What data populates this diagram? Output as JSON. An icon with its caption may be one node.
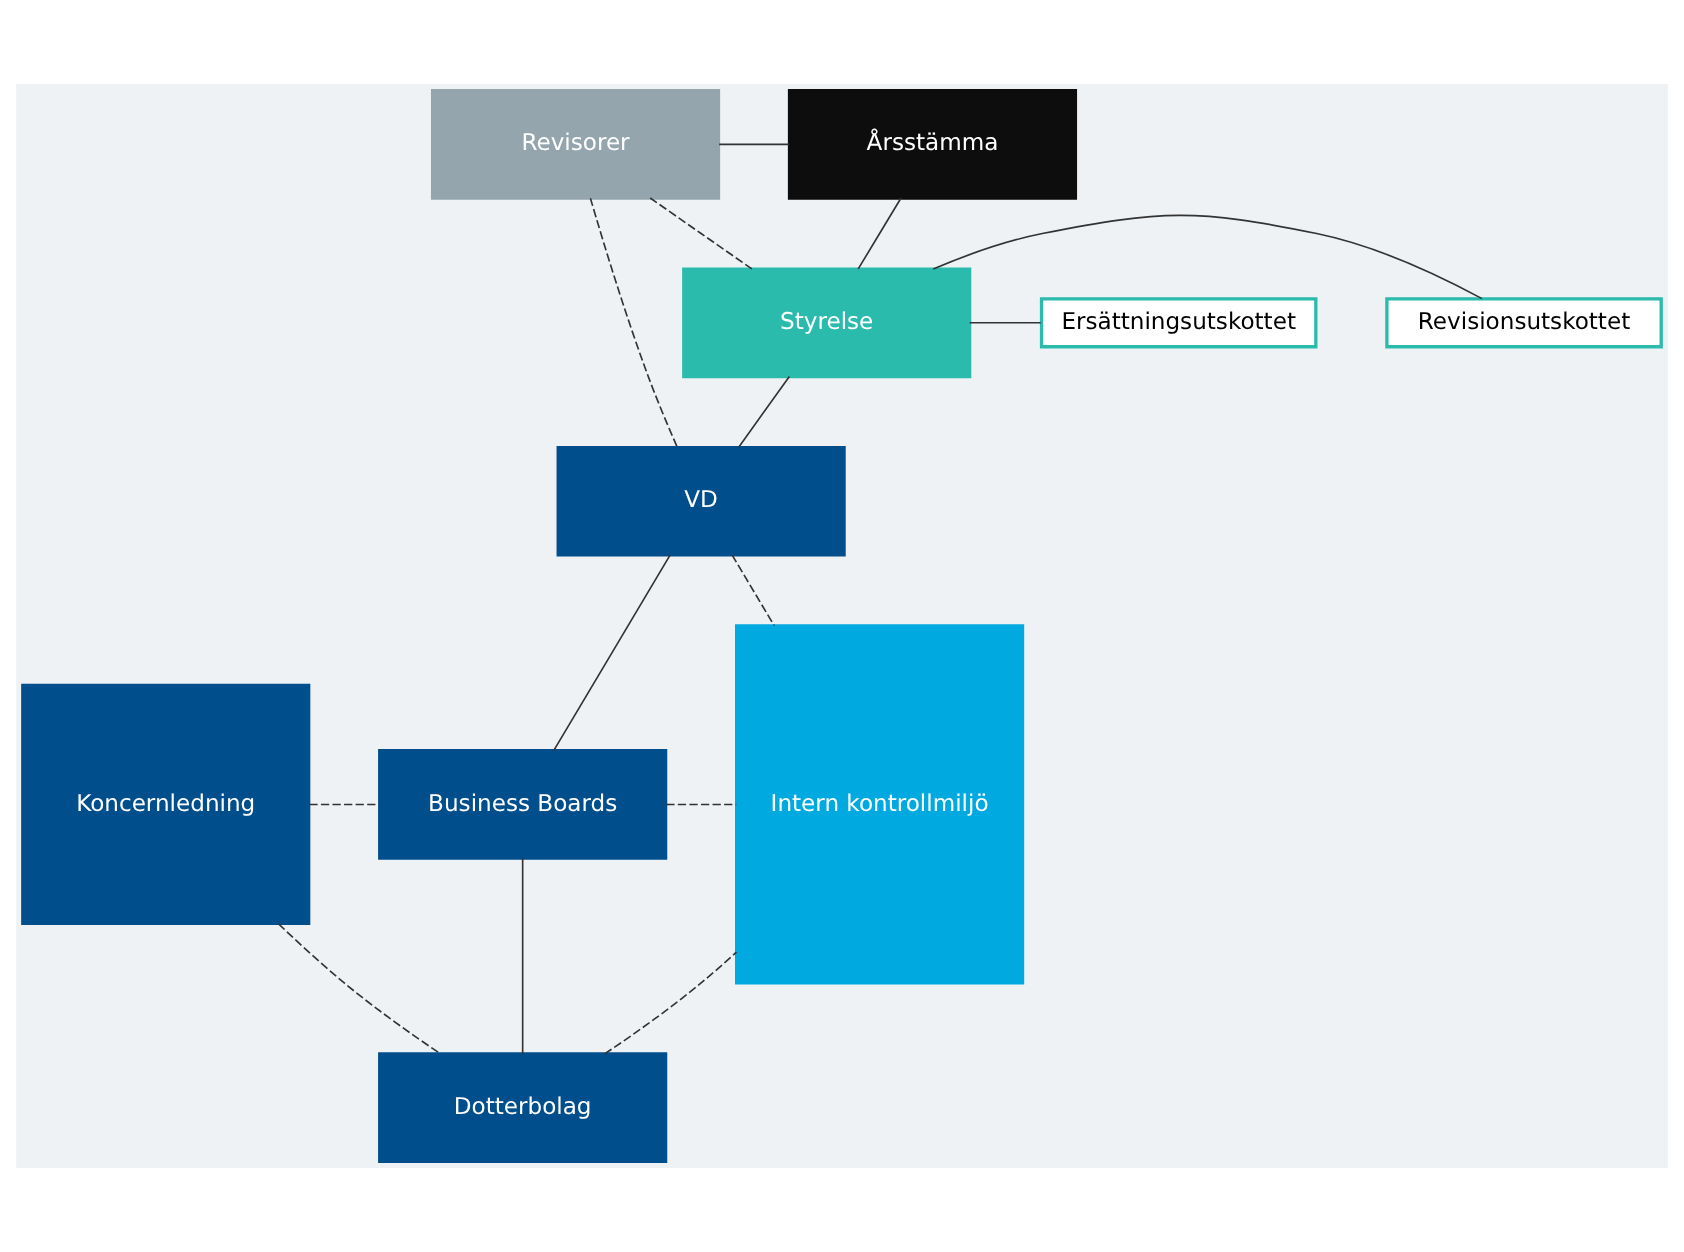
{
  "diagram": {
    "nodes": [
      {
        "text": [
          "Revisorer"
        ]
      },
      {
        "text": [
          "Årsstämma"
        ]
      },
      {
        "text": [
          "Styrelse"
        ]
      },
      {
        "text": [
          "Revisionsutskottet"
        ]
      },
      {
        "text": [
          "Ersättningsutskottet"
        ]
      },
      {
        "text": [
          "Koncernledning"
        ]
      },
      {
        "text": [
          "VD"
        ]
      },
      {
        "text": [
          "Business Boards"
        ]
      },
      {
        "text": [
          "Dotterbolag"
        ]
      },
      {
        "text": [
          "Intern kontrollmiljö"
        ]
      }
    ],
    "edges": [
      {
        "from": 0,
        "to": 1,
        "arrow": "none"
      },
      {
        "from": 0,
        "to": 2,
        "arrow": "none",
        "style": "dashed"
      },
      {
        "from": 0,
        "to": 6,
        "arrow": "none",
        "style": "dashed"
      },
      {
        "from": 1,
        "to": 2,
        "arrow": "none"
      },
      {
        "from": 2,
        "to": 3,
        "arrow": "none"
      },
      {
        "from": 2,
        "to": 4,
        "arrow": "none"
      },
      {
        "from": 2,
        "to": 6,
        "arrow": "none"
      },
      {
        "from": 6,
        "to": 7,
        "arrow": "none"
      },
      {
        "from": 7,
        "to": 8,
        "arrow": "none"
      },
      {
        "from": 5,
        "to": 7,
        "arrow": "none",
        "style": "dashed"
      },
      {
        "from": 5,
        "to": 8,
        "arrow": "none",
        "style": "dashed"
      },
      {
        "from": 6,
        "to": 9,
        "arrow": "none",
        "style": "dashed"
      },
      {
        "from": 7,
        "to": 9,
        "arrow": "none",
        "style": "dashed"
      },
      {
        "from": 8,
        "to": 9,
        "arrow": "none",
        "style": "dashed"
      }
    ]
  }
}
